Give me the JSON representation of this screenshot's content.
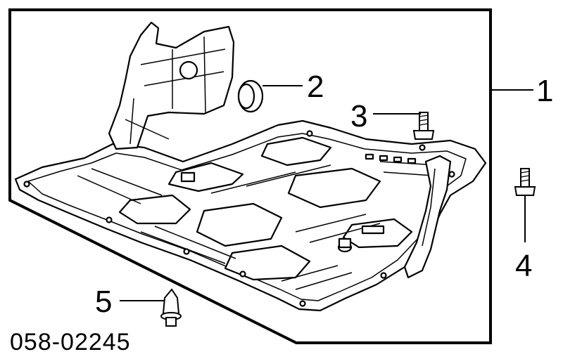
{
  "callouts": {
    "c1": "1",
    "c2": "2",
    "c3": "3",
    "c4": "4",
    "c5": "5"
  },
  "part_number": "058-02245"
}
